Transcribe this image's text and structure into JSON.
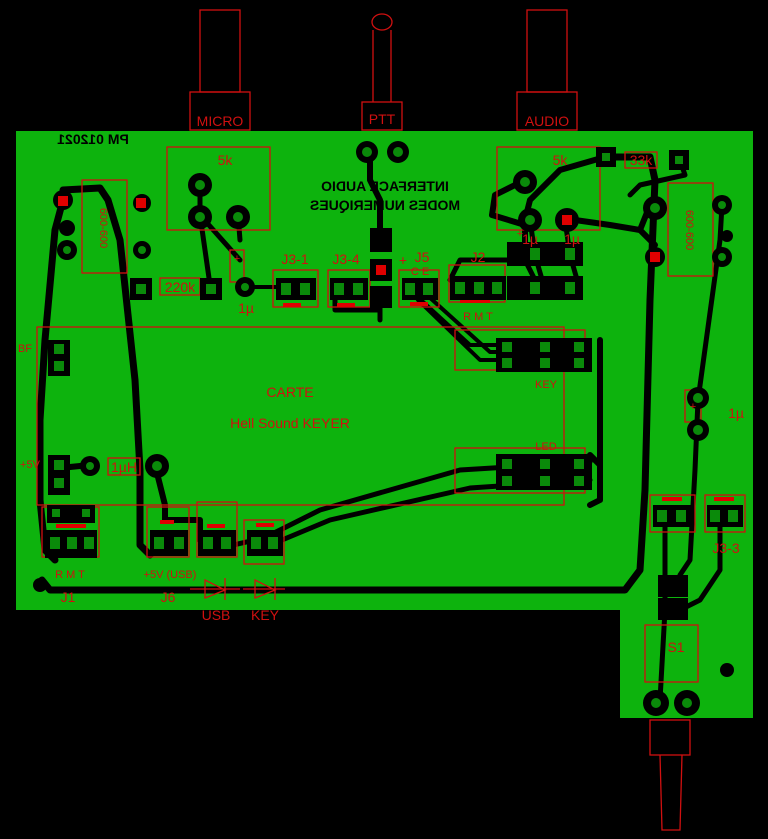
{
  "board": {
    "code": "PM 012021",
    "title_line1": "INTERFACE AUDIO",
    "title_line2": "MODES NUMERIQUES",
    "card_line1": "CARTE",
    "card_line2": "Hell Sound KEYER",
    "colors": {
      "board": "#0db30d",
      "trace": "#000000",
      "silk": "#d01010",
      "pad": "#0a8a0a"
    }
  },
  "components": {
    "micro": "MICRO",
    "ptt": "PTT",
    "audio": "AUDIO",
    "pot_micro": "5k",
    "pot_audio": "5k",
    "r_33k": "33k",
    "r_220k": "220k",
    "r_600_a": "600-600",
    "r_600_b": "600-600",
    "c_1u_a": "1µ",
    "c_1u_b": "1µ",
    "c_1u_c": "1µ",
    "c_1u_d": "1µ",
    "c_plus_a": "+",
    "c_plus_b": "+",
    "c_plus_c": "+",
    "l_1uh": "1µH",
    "j3_1": "J3-1",
    "j3_4": "J3-4",
    "j5": "J5",
    "j5_pins": "C  E",
    "j2": "J2",
    "j2_pins": "R  M  T",
    "j1": "J1",
    "j1_pins": "R  M  T",
    "j6": "J6",
    "j6_note": "+5V (USB)",
    "j3_3": "J3-3",
    "s1": "S1",
    "key": "KEY",
    "led": "LED",
    "bf": "BF",
    "plus5v": "+5V",
    "usb": "USB",
    "key_led": "KEY",
    "plus_j5": "+"
  }
}
